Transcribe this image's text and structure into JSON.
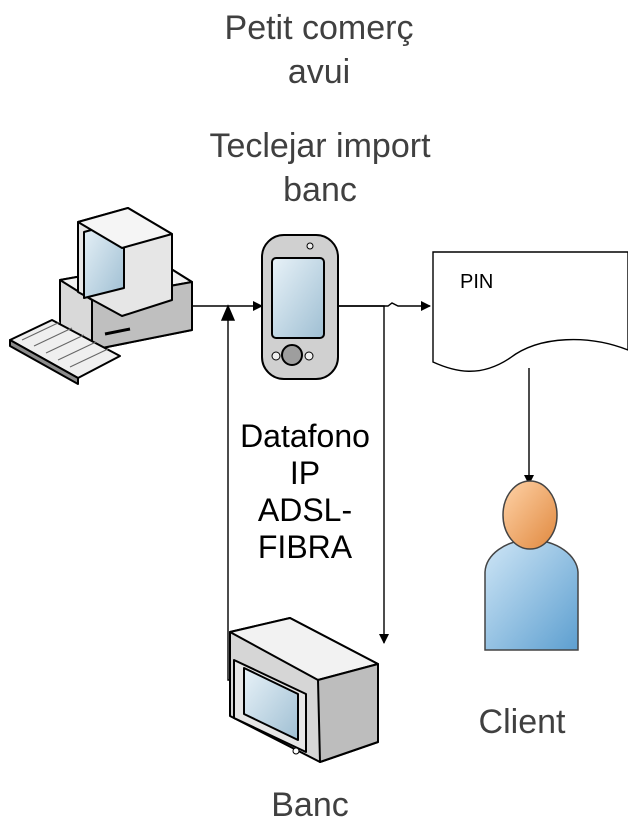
{
  "title": {
    "line1": "Petit comerç",
    "line2": "avui"
  },
  "action": {
    "line1": "Teclejar import",
    "line2": "banc"
  },
  "device_label": {
    "line1": "Datafono",
    "line2": "IP",
    "line3": "ADSL-",
    "line4": "FIBRA"
  },
  "pin_label": "PIN",
  "client_label": "Client",
  "bank_label": "Banc",
  "icons": [
    "desktop-computer-icon",
    "handheld-terminal-icon",
    "document-icon",
    "person-icon",
    "monitor-icon"
  ],
  "colors": {
    "person_head": "#f2a565",
    "person_body": "#8fc3e8",
    "screen": "#c9ddea",
    "line": "#000000"
  }
}
